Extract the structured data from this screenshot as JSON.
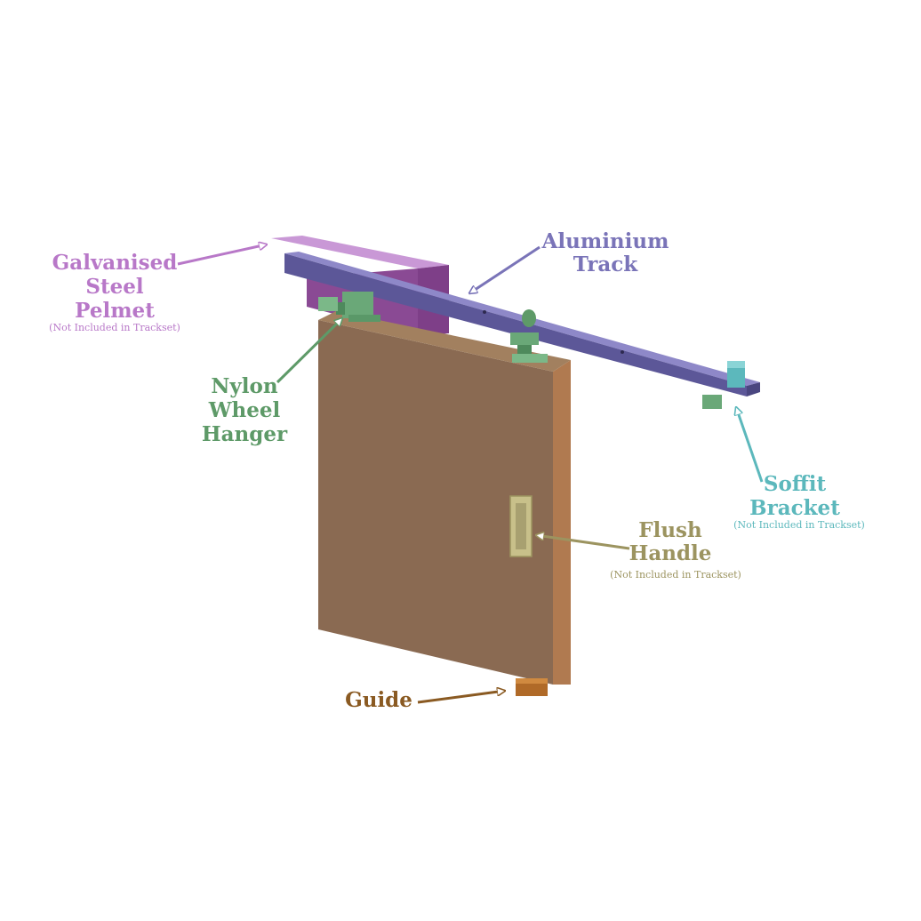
{
  "colors": {
    "pelmet": "#b878c8",
    "track": "#7a74b8",
    "hanger": "#5e9a68",
    "soffit": "#5cb8bc",
    "handle": "#9c9460",
    "guide": "#8a5a22",
    "door": "#8a6a52"
  },
  "labels": {
    "pelmet": {
      "lines": [
        "Galvanised",
        "Steel",
        "Pelmet"
      ],
      "note": "(Not Included in Trackset)"
    },
    "track": {
      "lines": [
        "Aluminium",
        "Track"
      ]
    },
    "hanger": {
      "lines": [
        "Nylon",
        "Wheel",
        "Hanger"
      ]
    },
    "soffit": {
      "lines": [
        "Soffit",
        "Bracket"
      ],
      "note": "(Not Included in Trackset)"
    },
    "handle": {
      "lines": [
        "Flush",
        "Handle"
      ],
      "note": "(Not Included in Trackset)"
    },
    "guide": {
      "lines": [
        "Guide"
      ]
    }
  }
}
